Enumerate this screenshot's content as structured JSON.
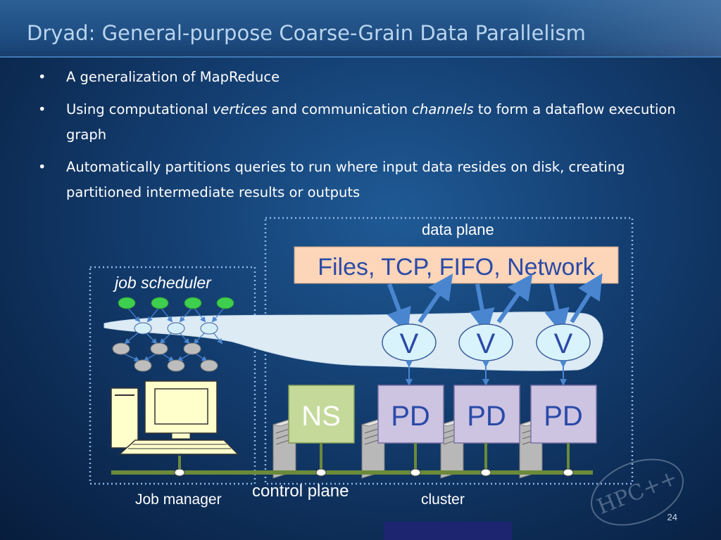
{
  "slide": {
    "title": "Dryad:  General-purpose Coarse-Grain Data Parallelism",
    "page_number": "24",
    "bullets": [
      {
        "parts": [
          {
            "text": "A generalization of MapReduce",
            "italic": false
          }
        ]
      },
      {
        "parts": [
          {
            "text": "Using computational ",
            "italic": false
          },
          {
            "text": "vertices",
            "italic": true
          },
          {
            "text": " and communication ",
            "italic": false
          },
          {
            "text": "channels",
            "italic": true
          },
          {
            "text": " to form a dataflow execution graph",
            "italic": false
          }
        ]
      },
      {
        "parts": [
          {
            "text": "Automatically partitions queries to run where input data resides on disk, creating partitioned intermediate results or outputs",
            "italic": false
          }
        ]
      }
    ]
  },
  "diagram": {
    "job_scheduler_label": "job scheduler",
    "data_plane_label": "data plane",
    "data_plane_box_label": "Files, TCP, FIFO, Network",
    "vertex_label": "V",
    "ns_label": "NS",
    "pd_label": "PD",
    "job_manager_label": "Job manager",
    "control_plane_label": "control plane",
    "cluster_label": "cluster",
    "colors": {
      "dotted_border": "#8fb8e8",
      "network_box": "#fdd5b8",
      "vertex_fill": "#d8f3fb",
      "ns_fill": "#c4d99a",
      "pd_fill": "#cdc4e2",
      "bus_line": "#6b8a3a",
      "arrow": "#4a86d0",
      "graph_green": "#3fcf4f",
      "graph_lightblue": "#d5eef8",
      "graph_gray": "#bdbdbd",
      "cloud": "#ddebf5"
    }
  }
}
